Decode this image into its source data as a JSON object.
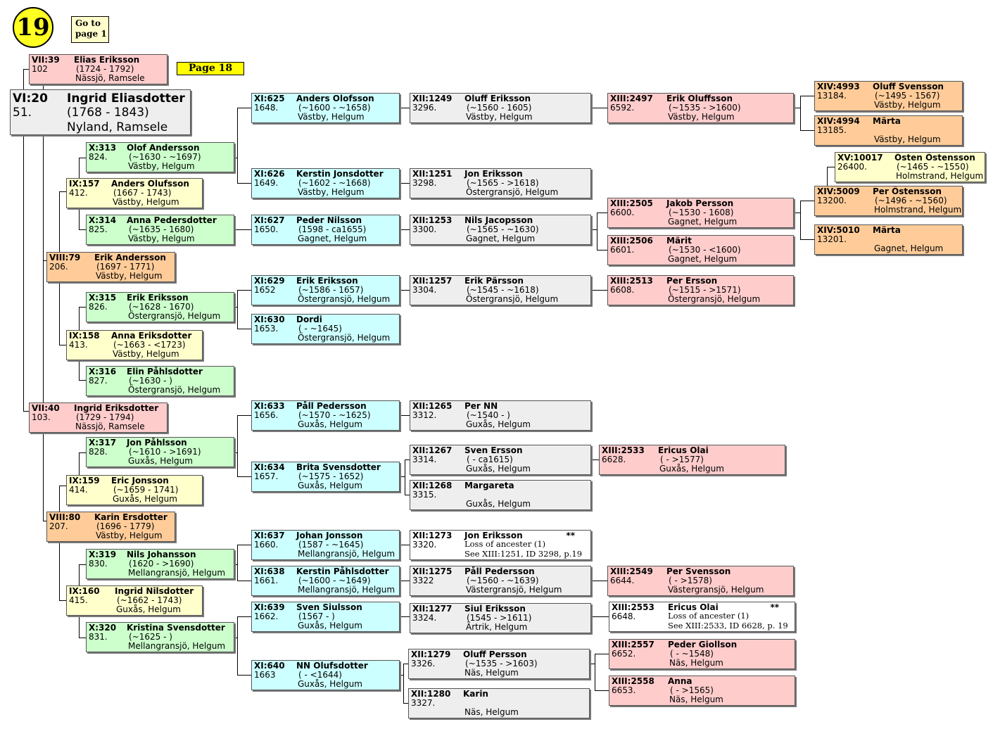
{
  "page_badge": "19",
  "goto_link": {
    "line1": "Go to",
    "line2": "page 1"
  },
  "page_link": "Page 18",
  "persons": [
    {
      "code": "VI:20",
      "num": "51.",
      "name": "Ingrid Eliasdotter",
      "dates": "(1768 - 1843)",
      "place": "Nyland, Ramsele"
    },
    {
      "code": "VII:39",
      "num": "102",
      "name": "Elias Eriksson",
      "dates": "(1724 - 1792)",
      "place": "Nässjö, Ramsele"
    },
    {
      "code": "VII:40",
      "num": "103.",
      "name": "Ingrid Eriksdotter",
      "dates": "(1729 - 1794)",
      "place": "Nässjö, Ramsele"
    },
    {
      "code": "VIII:79",
      "num": "206.",
      "name": "Erik Andersson",
      "dates": "(1697 - 1771)",
      "place": "Västby, Helgum"
    },
    {
      "code": "VIII:80",
      "num": "207.",
      "name": "Karin Ersdotter",
      "dates": "(1696 - 1779)",
      "place": "Västby, Helgum"
    },
    {
      "code": "IX:157",
      "num": "412.",
      "name": "Anders Olufsson",
      "dates": "(1667 - 1743)",
      "place": "Västby, Helgum"
    },
    {
      "code": "IX:158",
      "num": "413.",
      "name": "Anna Eriksdotter",
      "dates": "(~1663 - <1723)",
      "place": "Västby, Helgum"
    },
    {
      "code": "IX:159",
      "num": "414.",
      "name": "Eric Jonsson",
      "dates": "(~1659 - 1741)",
      "place": "Guxås, Helgum"
    },
    {
      "code": "IX:160",
      "num": "415.",
      "name": "Ingrid Nilsdotter",
      "dates": "(~1662 - 1743)",
      "place": "Guxås, Helgum"
    },
    {
      "code": "X:313",
      "num": "824.",
      "name": "Olof Andersson",
      "dates": "(~1630 - ~1697)",
      "place": "Västby, Helgum"
    },
    {
      "code": "X:314",
      "num": "825.",
      "name": "Anna Pedersdotter",
      "dates": "(~1635 - 1680)",
      "place": "Västby, Helgum"
    },
    {
      "code": "X:315",
      "num": "826.",
      "name": "Erik Eriksson",
      "dates": "(~1628 - 1670)",
      "place": "Östergransjö, Helgum"
    },
    {
      "code": "X:316",
      "num": "827.",
      "name": "Elin Påhlsdotter",
      "dates": "(~1630 - )",
      "place": "Östergransjö, Helgum"
    },
    {
      "code": "X:317",
      "num": "828.",
      "name": "Jon Påhlsson",
      "dates": "(~1610 - >1691)",
      "place": "Guxås, Helgum"
    },
    {
      "code": "X:319",
      "num": "830.",
      "name": "Nils Johansson",
      "dates": "(1620 - >1690)",
      "place": "Mellangransjö, Helgum"
    },
    {
      "code": "X:320",
      "num": "831.",
      "name": "Kristina Svensdotter",
      "dates": "(~1625 - )",
      "place": "Mellangransjö, Helgum"
    },
    {
      "code": "XI:625",
      "num": "1648.",
      "name": "Anders Olofsson",
      "dates": "(~1600 - ~1658)",
      "place": "Västby, Helgum"
    },
    {
      "code": "XI:626",
      "num": "1649.",
      "name": "Kerstin Jonsdotter",
      "dates": "(~1602 - ~1668)",
      "place": "Västby, Helgum"
    },
    {
      "code": "XI:627",
      "num": "1650.",
      "name": "Peder Nilsson",
      "dates": "(1598 - ca1655)",
      "place": "Gagnet, Helgum"
    },
    {
      "code": "XI:629",
      "num": "1652",
      "name": "Erik Eriksson",
      "dates": "(~1586 - 1657)",
      "place": "Östergransjö, Helgum"
    },
    {
      "code": "XI:630",
      "num": "1653.",
      "name": "Dordi",
      "dates": "( - ~1645)",
      "place": "Östergransjö, Helgum"
    },
    {
      "code": "XI:633",
      "num": "1656.",
      "name": "Påll Pedersson",
      "dates": "(~1570 - ~1625)",
      "place": "Guxås, Helgum"
    },
    {
      "code": "XI:634",
      "num": "1657.",
      "name": "Brita Svensdotter",
      "dates": "(~1575 - 1652)",
      "place": "Guxås, Helgum"
    },
    {
      "code": "XI:637",
      "num": "1660.",
      "name": "Johan Jonsson",
      "dates": "(1587 - ~1645)",
      "place": "Mellangransjö, Helgum"
    },
    {
      "code": "XI:638",
      "num": "1661.",
      "name": "Kerstin Påhlsdotter",
      "dates": "(~1600 - ~1649)",
      "place": "Mellangransjö, Helgum"
    },
    {
      "code": "XI:639",
      "num": "1662.",
      "name": "Sven Siulsson",
      "dates": "(1567 - )",
      "place": "Guxås, Helgum"
    },
    {
      "code": "XI:640",
      "num": "1663",
      "name": "NN Olufsdotter",
      "dates": "( - <1644)",
      "place": "Guxås, Helgum"
    },
    {
      "code": "XII:1249",
      "num": "3296.",
      "name": "Oluff Eriksson",
      "dates": "(~1560 - 1605)",
      "place": "Västby, Helgum"
    },
    {
      "code": "XII:1251",
      "num": "3298.",
      "name": "Jon Eriksson",
      "dates": "(~1565 - >1618)",
      "place": "Östergransjö, Helgum"
    },
    {
      "code": "XII:1253",
      "num": "3300.",
      "name": "Nils Jacopsson",
      "dates": "(~1565 - ~1630)",
      "place": "Gagnet, Helgum"
    },
    {
      "code": "XII:1257",
      "num": "3304.",
      "name": "Erik Pärsson",
      "dates": "(~1545 - ~1618)",
      "place": "Östergransjö, Helgum"
    },
    {
      "code": "XII:1265",
      "num": "3312.",
      "name": "Per NN",
      "dates": "(~1540 - )",
      "place": "Guxås, Helgum"
    },
    {
      "code": "XII:1267",
      "num": "3314.",
      "name": "Sven Ersson",
      "dates": "( - ca1615)",
      "place": "Guxås, Helgum"
    },
    {
      "code": "XII:1268",
      "num": "3315.",
      "name": "Margareta",
      "dates": "",
      "place": "Guxås, Helgum"
    },
    {
      "code": "XII:1273",
      "num": "3320.",
      "name": "Jon Eriksson",
      "stars": "**",
      "note1": "Loss of ancester (1)",
      "note2": "See XIII:1251, ID 3298, p.19"
    },
    {
      "code": "XII:1275",
      "num": "3322",
      "name": "Påll Pedersson",
      "dates": "(~1560 - ~1639)",
      "place": "Västergransjö, Helgum"
    },
    {
      "code": "XII:1277",
      "num": "3324.",
      "name": "Siul Eriksson",
      "dates": "(1545 - >1611)",
      "place": "Ärtrik, Helgum"
    },
    {
      "code": "XII:1279",
      "num": "3326.",
      "name": "Oluff Persson",
      "dates": "(~1535 - >1603)",
      "place": "Näs, Helgum"
    },
    {
      "code": "XII:1280",
      "num": "3327.",
      "name": "Karin",
      "dates": "",
      "place": "Näs,  Helgum"
    },
    {
      "code": "XIII:2497",
      "num": "6592.",
      "name": "Erik Oluffsson",
      "dates": "(~1535 - >1600)",
      "place": "Västby, Helgum"
    },
    {
      "code": "XIII:2505",
      "num": "6600.",
      "name": "Jakob Persson",
      "dates": "(~1530 - 1608)",
      "place": "Gagnet, Helgum"
    },
    {
      "code": "XIII:2506",
      "num": "6601.",
      "name": "Märit",
      "dates": "(~1530 - <1600)",
      "place": "Gagnet, Helgum"
    },
    {
      "code": "XIII:2513",
      "num": "6608.",
      "name": "Per Ersson",
      "dates": "(~1515 - >1571)",
      "place": "Östergransjö, Helgum"
    },
    {
      "code": "XIII:2533",
      "num": "6628.",
      "name": "Ericus Olai",
      "dates": "( - >1577)",
      "place": "Guxås, Helgum"
    },
    {
      "code": "XIII:2549",
      "num": "6644.",
      "name": "Per Svensson",
      "dates": "( - >1578)",
      "place": "Västergransjö, Helgum"
    },
    {
      "code": "XIII:2553",
      "num": "6648.",
      "name": "Ericus Olai",
      "stars": "**",
      "note1": "Loss of ancester (1)",
      "note2": "See XIII:2533, ID 6628, p. 19"
    },
    {
      "code": "XIII:2557",
      "num": "6652.",
      "name": "Peder Giollson",
      "dates": "( - ~1548)",
      "place": "Näs, Helgum"
    },
    {
      "code": "XIII:2558",
      "num": "6653.",
      "name": "Anna",
      "dates": "( - >1565)",
      "place": "Näs, Helgum"
    },
    {
      "code": "XIV:4993",
      "num": "13184.",
      "name": "Oluff Svensson",
      "dates": "(~1495 - 1567)",
      "place": "Västby, Helgum"
    },
    {
      "code": "XIV:4994",
      "num": "13185.",
      "name": "Märta",
      "dates": "",
      "place": "Västby, Helgum"
    },
    {
      "code": "XIV:5009",
      "num": "13200.",
      "name": "Per Östensson",
      "dates": "(~1496 - ~1560)",
      "place": "Holmstrand, Helgum"
    },
    {
      "code": "XIV:5010",
      "num": "13201.",
      "name": "Märta",
      "dates": "",
      "place": "Gagnet, Helgum"
    },
    {
      "code": "XV:10017",
      "num": "26400.",
      "name": "Östen Östensson",
      "dates": "(~1465 - ~1550)",
      "place": "Holmstrand, Helgum"
    }
  ]
}
